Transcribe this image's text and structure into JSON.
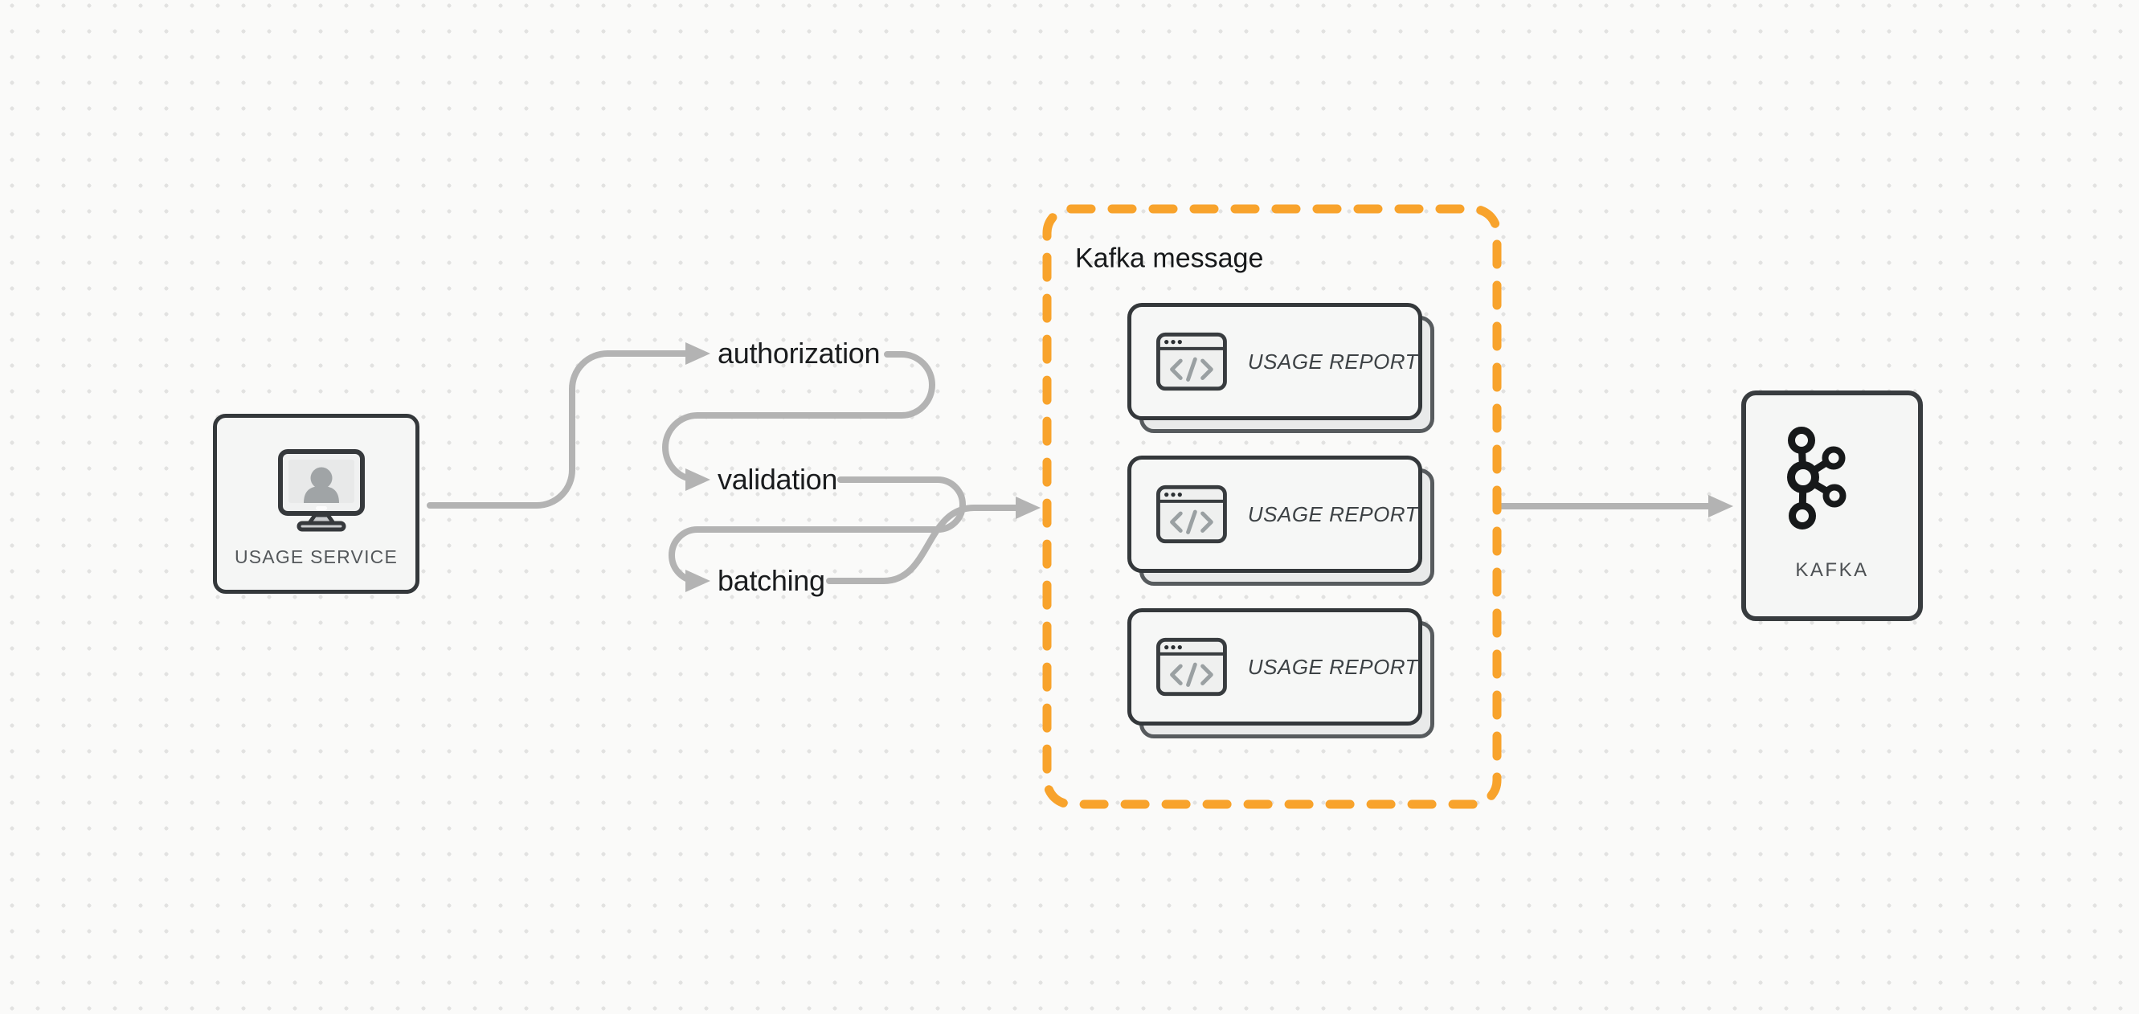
{
  "diagram": {
    "nodes": {
      "usage_service": {
        "label": "USAGE SERVICE",
        "icon": "monitor-user-icon"
      },
      "kafka": {
        "label": "KAFKA",
        "icon": "kafka-logo-icon"
      }
    },
    "pipeline_steps": [
      {
        "label": "authorization"
      },
      {
        "label": "validation"
      },
      {
        "label": "batching"
      }
    ],
    "kafka_message_group": {
      "title": "Kafka message",
      "messages": [
        {
          "label": "USAGE REPORT",
          "icon": "code-window-icon"
        },
        {
          "label": "USAGE REPORT",
          "icon": "code-window-icon"
        },
        {
          "label": "USAGE REPORT",
          "icon": "code-window-icon"
        }
      ]
    },
    "colors": {
      "accent_orange": "#F8A32C",
      "connector_gray": "#B3B3B3",
      "node_border_dark": "#34383B",
      "node_fill": "#F5F6F5",
      "card_fill": "#F6F7F6",
      "card_shadow_fill": "#E9EAEA",
      "background": "#FAFAF9",
      "dot_grid": "#E2E2E1",
      "text_primary": "#1A1C1E",
      "text_secondary": "#54585B"
    }
  }
}
